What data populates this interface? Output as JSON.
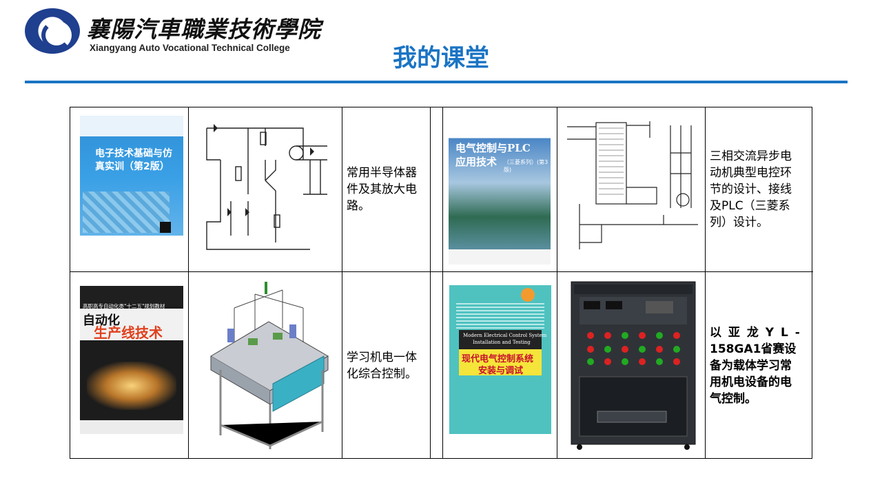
{
  "header": {
    "logo_cn": "襄陽汽車職業技術學院",
    "logo_en": "Xiangyang Auto Vocational Technical College",
    "title": "我的课堂"
  },
  "colors": {
    "title_blue": "#1a74c4",
    "rule_blue": "#1a74c4"
  },
  "rows": [
    {
      "left": {
        "cover_title": "电子技术基础与仿真实训（第2版）",
        "description": "常用半导体器件及其放大电路。"
      },
      "right": {
        "cover_title_1": "电气控制与PLC",
        "cover_title_2": "应用技术",
        "cover_subtitle": "（三菱系列）(第3版)",
        "description_lines": [
          "三相交流异步电",
          "动机典型电控环",
          "节的设计、接线",
          "及PLC（三菱系",
          "列）设计。"
        ]
      }
    },
    {
      "left": {
        "cover_tag": "高职高专自动化类\"十二五\"规划教材",
        "cover_title_1": "自动化",
        "cover_title_2": "生产线技术",
        "description": "学习机电一体化综合控制。"
      },
      "right": {
        "cover_title_en_1": "Modern Electrical Control System",
        "cover_title_en_2": "Installation and Testing",
        "cover_title_1": "现代电气控制系统",
        "cover_title_2": "安装与调试",
        "description_lines": [
          "以 亚 龙 Y L -",
          "158GA1省赛设",
          "备为载体学习常",
          "用机电设备的电",
          "气控制。"
        ]
      }
    }
  ]
}
